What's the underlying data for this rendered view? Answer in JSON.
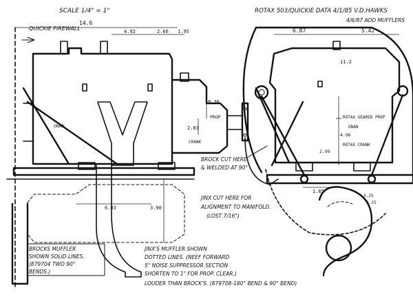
{
  "header": {
    "scale": "SCALE 1/4\" = 1\"",
    "title": "ROTAX 503/QUICKIE DATA 4/1/85 V.D.HAWKS",
    "revision": "4/6/87 ADD MUFFLERS"
  },
  "left_view": {
    "firewall_label": "QUICKIE FIREWALL",
    "dim_top": "14.6",
    "dim_a": "4.92",
    "dim_b": "2.66",
    "dim_c": "1.95",
    "dim_height": "8.36",
    "dim_prop": "2.83",
    "prop_label": "PROP",
    "crank_label": "CRANK",
    "onan_label": "ONAN",
    "dim_bottom_a": "6.03",
    "dim_bottom_b": "3.90"
  },
  "right_view": {
    "dim_left": "6.87",
    "dim_right": "5.42",
    "dim_top_v": "11.2",
    "geared_prop": "ROTAX GEARED PROP",
    "onan_label": "ONAN",
    "rotax_crank": "ROTAX CRANK",
    "dim_v1": "4.96",
    "dim_v2": "2.99",
    "dim_bottom": "1.85",
    "dim_small_a": "3.25",
    "dim_small_b": "2.25"
  },
  "notes": {
    "brock_cut_1": "BROCK CUT HERE",
    "brock_cut_2": "& WELDED AT 90°",
    "jinx_cut_1": "JINX CUT HERE FOR",
    "jinx_cut_2": "ALIGNMENT TO MANIFOLD.",
    "jinx_cut_3": "(LOST 7/16\")",
    "brocks_1": "BROCKS MUFFLER",
    "brocks_2": "SHOWN SOLID LINES.",
    "brocks_3": "(879704 TWO 90°",
    "brocks_4": "BENDS.)",
    "jinx_1": "JINX'S MUFFLER SHOWN",
    "jinx_2": "DOTTED LINES. (NEEF FORWARD",
    "jinx_3": "5\" NOISE SUPPRESSOR SECTION",
    "jinx_4": "SHORTEN TO 1\" FOR PROP. CLEAR.)",
    "jinx_5": "LOUDER THAN BROCK'S. (879708-180° BEND & 90° BEND)"
  }
}
